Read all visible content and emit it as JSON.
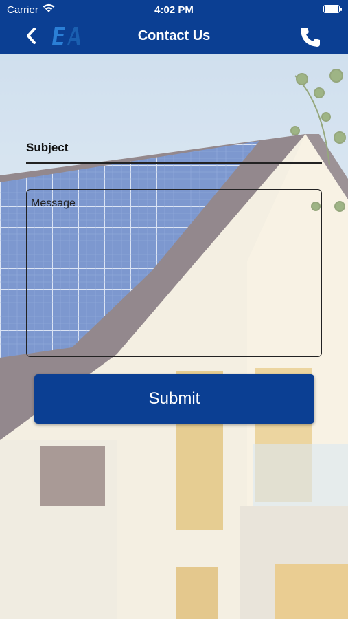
{
  "status_bar": {
    "carrier": "Carrier",
    "time": "4:02 PM"
  },
  "header": {
    "title": "Contact Us",
    "brand_color": "#0b3f93"
  },
  "form": {
    "subject_label": "Subject",
    "message_placeholder": "Message",
    "submit_label": "Submit"
  },
  "icons": {
    "back": "chevron-left-icon",
    "logo": "company-logo",
    "phone": "phone-icon",
    "wifi": "wifi-icon",
    "battery": "battery-icon"
  }
}
